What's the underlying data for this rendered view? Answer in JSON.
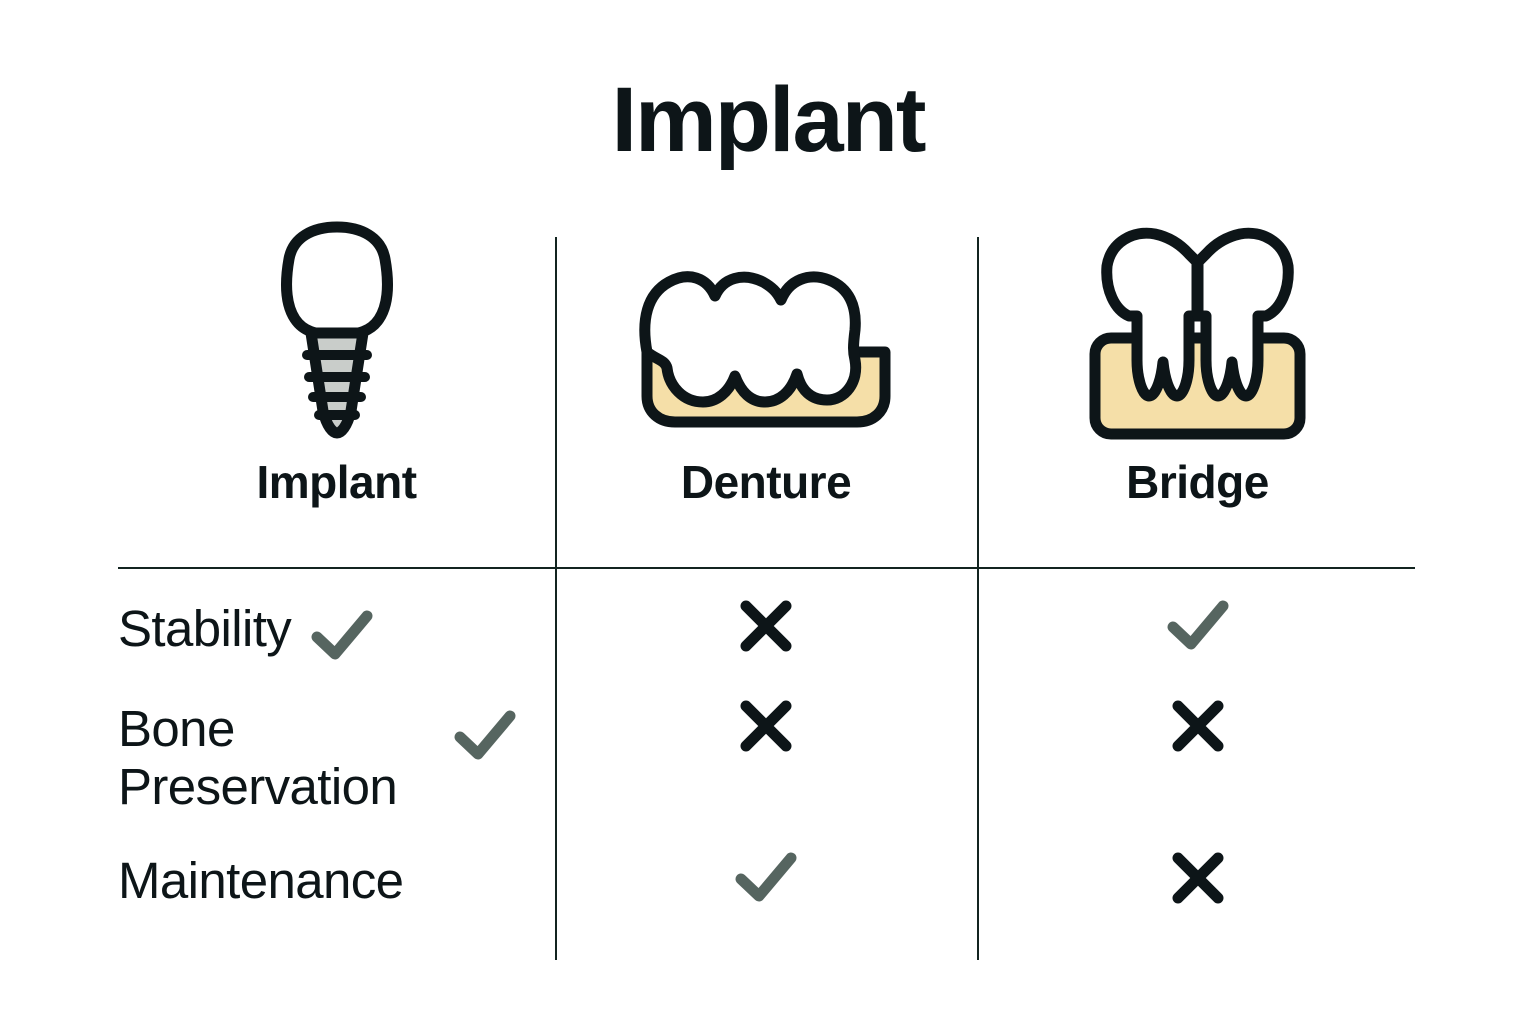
{
  "title": "Implant",
  "colors": {
    "text": "#0d1518",
    "check": "#566560",
    "cross": "#0d1518",
    "gum": "#f5dfa8",
    "screw": "#c9cdca",
    "rule": "#132420",
    "background": "#ffffff"
  },
  "columns": [
    {
      "key": "implant",
      "label": "Implant",
      "icon": "dental-implant-icon"
    },
    {
      "key": "denture",
      "label": "Denture",
      "icon": "denture-icon"
    },
    {
      "key": "bridge",
      "label": "Bridge",
      "icon": "dental-bridge-icon"
    }
  ],
  "rows": [
    {
      "feature": "Stability",
      "values": [
        {
          "column": "implant",
          "mark": "check",
          "symbol": "✓"
        },
        {
          "column": "denture",
          "mark": "cross",
          "symbol": "✕"
        },
        {
          "column": "bridge",
          "mark": "check",
          "symbol": "✓"
        }
      ]
    },
    {
      "feature": "Bone Preservation",
      "values": [
        {
          "column": "implant",
          "mark": "check",
          "symbol": "✓"
        },
        {
          "column": "denture",
          "mark": "cross",
          "symbol": "✕"
        },
        {
          "column": "bridge",
          "mark": "cross",
          "symbol": "✕"
        }
      ]
    },
    {
      "feature": "Maintenance",
      "values": [
        {
          "column": "implant",
          "mark": "none",
          "symbol": ""
        },
        {
          "column": "denture",
          "mark": "check",
          "symbol": "✓"
        },
        {
          "column": "bridge",
          "mark": "cross",
          "symbol": "✕"
        }
      ]
    }
  ]
}
